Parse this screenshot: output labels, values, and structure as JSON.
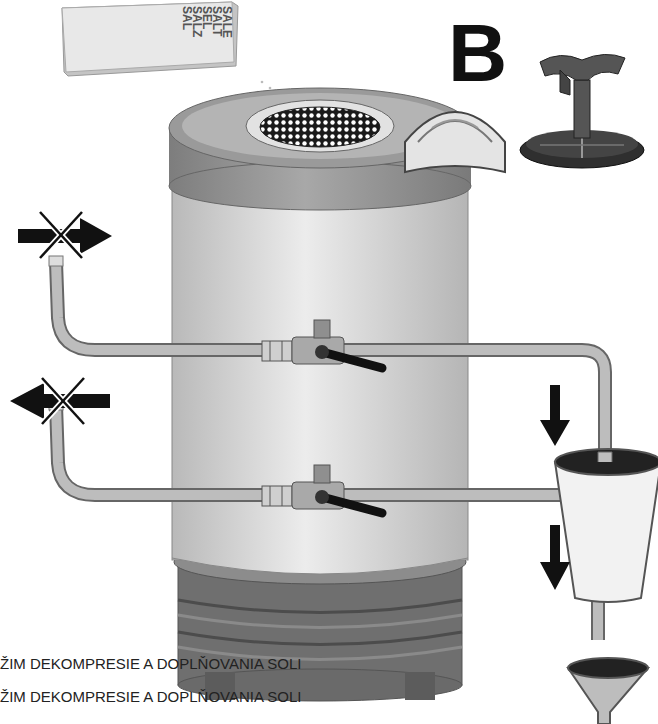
{
  "diagram": {
    "nodes": [
      {
        "text": [
          "SALE SALT SEL SALZ SAL"
        ]
      }
    ],
    "labels": [
      "B",
      "ŽIM DEKOMPRESIE A DOPLŇOVANIA SOLI",
      "ŽIM DEKOMPRESIE A DOPLŇOVANIA SOLI"
    ]
  }
}
